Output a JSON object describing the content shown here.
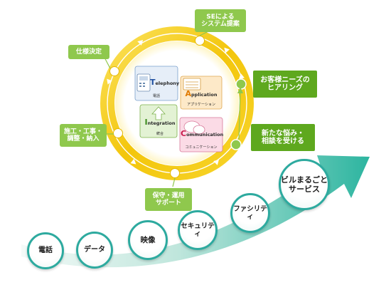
{
  "cycle": {
    "steps": [
      {
        "label": "SEによる\nシステム提案"
      },
      {
        "label": "仕様決定"
      },
      {
        "label": "施工・工事・\n調整・納入"
      },
      {
        "label": "保守・運用\nサポート"
      }
    ],
    "entry_points": [
      {
        "label": "お客様ニーズの\nヒアリング"
      },
      {
        "label": "新たな悩み・\n相談を受ける"
      }
    ]
  },
  "center": {
    "telephony": {
      "cap": "T",
      "rest": "elephony",
      "sub": "電話"
    },
    "application": {
      "cap": "A",
      "rest": "pplication",
      "sub": "アプリケーション"
    },
    "integration": {
      "cap": "I",
      "rest": "ntegration",
      "sub": "統合"
    },
    "communication": {
      "cap": "C",
      "rest": "ommunication",
      "sub": "コミュニケーション"
    }
  },
  "services": [
    {
      "label": "電話"
    },
    {
      "label": "データ"
    },
    {
      "label": "映像"
    },
    {
      "label": "セキュリティ"
    },
    {
      "label": "ファシリティ"
    },
    {
      "label": "ビルまるごと\nサービス"
    }
  ],
  "colors": {
    "ring": "#f0c20a",
    "ring_light": "#fbe15a",
    "soft_label": "#8fc84d",
    "strong_label": "#5ea81e",
    "bubble_border": "#2daa9f",
    "band_start": "#e9f5f2",
    "band_end": "#2db5a0"
  },
  "icons": [
    "phone-icon",
    "keyboard-icon",
    "document-icon",
    "arrow-up-icon"
  ]
}
